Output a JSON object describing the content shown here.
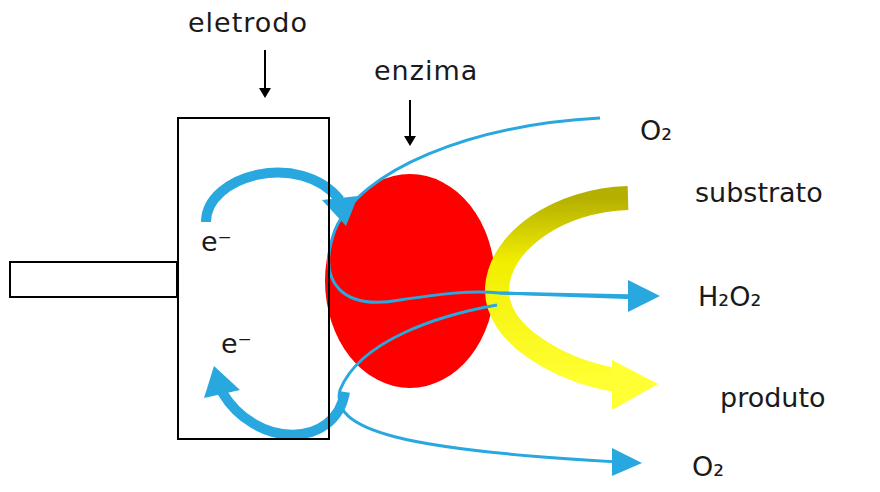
{
  "diagram": {
    "nodes": [
      {
        "text": [
          "e⁻",
          "e⁻"
        ]
      }
    ],
    "labels": [
      "eletrodo",
      "enzima",
      "O₂",
      "substrato",
      "H₂O₂",
      "produto",
      "O₂"
    ]
  }
}
